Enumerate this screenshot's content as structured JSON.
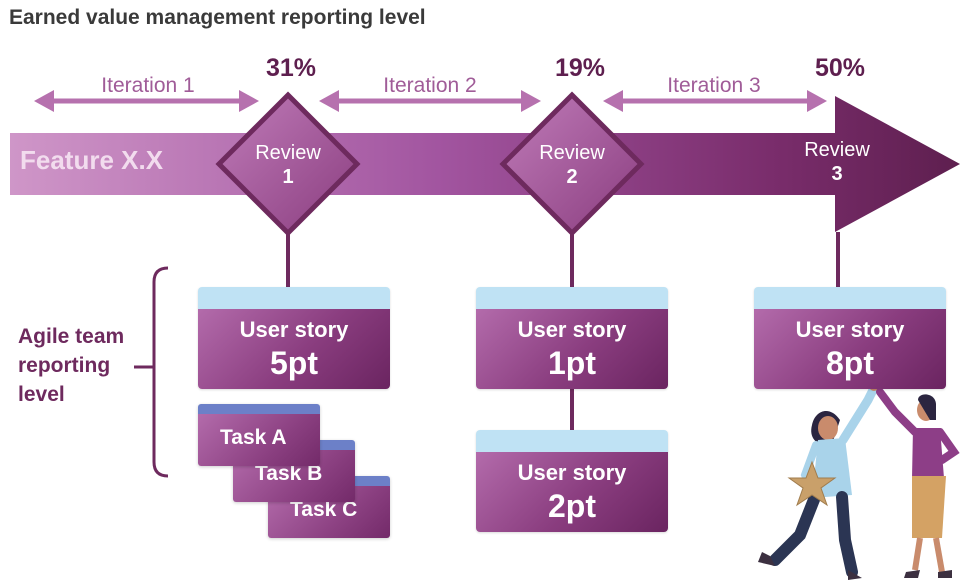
{
  "title": "Earned value management reporting level",
  "feature": {
    "label": "Feature X.X"
  },
  "percentages": [
    "31%",
    "19%",
    "50%"
  ],
  "iterations": [
    "Iteration 1",
    "Iteration 2",
    "Iteration 3"
  ],
  "reviews": [
    {
      "label": "Review",
      "number": "1"
    },
    {
      "label": "Review",
      "number": "2"
    },
    {
      "label": "Review",
      "number": "3"
    }
  ],
  "stories": [
    {
      "label": "User story",
      "points": "5pt"
    },
    {
      "label": "User story",
      "points": "1pt"
    },
    {
      "label": "User story",
      "points": "8pt"
    },
    {
      "label": "User story",
      "points": "2pt"
    }
  ],
  "tasks": [
    "Task A",
    "Task B",
    "Task C"
  ],
  "agile_level": {
    "lines": [
      "Agile team",
      "reporting",
      "level"
    ]
  },
  "colors": {
    "feature_arrow_light": "#c88cc2",
    "feature_arrow_dark": "#5e1f4f",
    "iteration_arrow": "#b671ae",
    "story_top": "#bfe2f4",
    "task_top": "#6c80c8"
  }
}
